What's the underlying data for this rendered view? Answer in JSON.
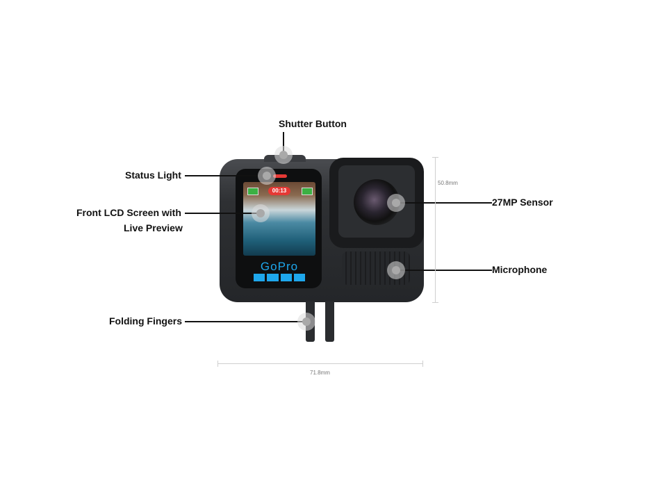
{
  "title": "GoPro camera anatomy diagram",
  "callouts": {
    "shutter_button": "Shutter Button",
    "status_light": "Status Light",
    "front_lcd_line1": "Front LCD Screen with",
    "front_lcd_line2": "Live Preview",
    "sensor": "27MP Sensor",
    "microphone": "Microphone",
    "folding_fingers": "Folding Fingers"
  },
  "screen": {
    "timer": "00:13",
    "logo": "GoPro"
  },
  "dimensions": {
    "height": "50.8mm",
    "width": "71.8mm"
  },
  "colors": {
    "body": "#2b2d30",
    "record_red": "#e53935",
    "battery_green": "#3cb043",
    "gopro_blue": "#1ea7ec"
  }
}
